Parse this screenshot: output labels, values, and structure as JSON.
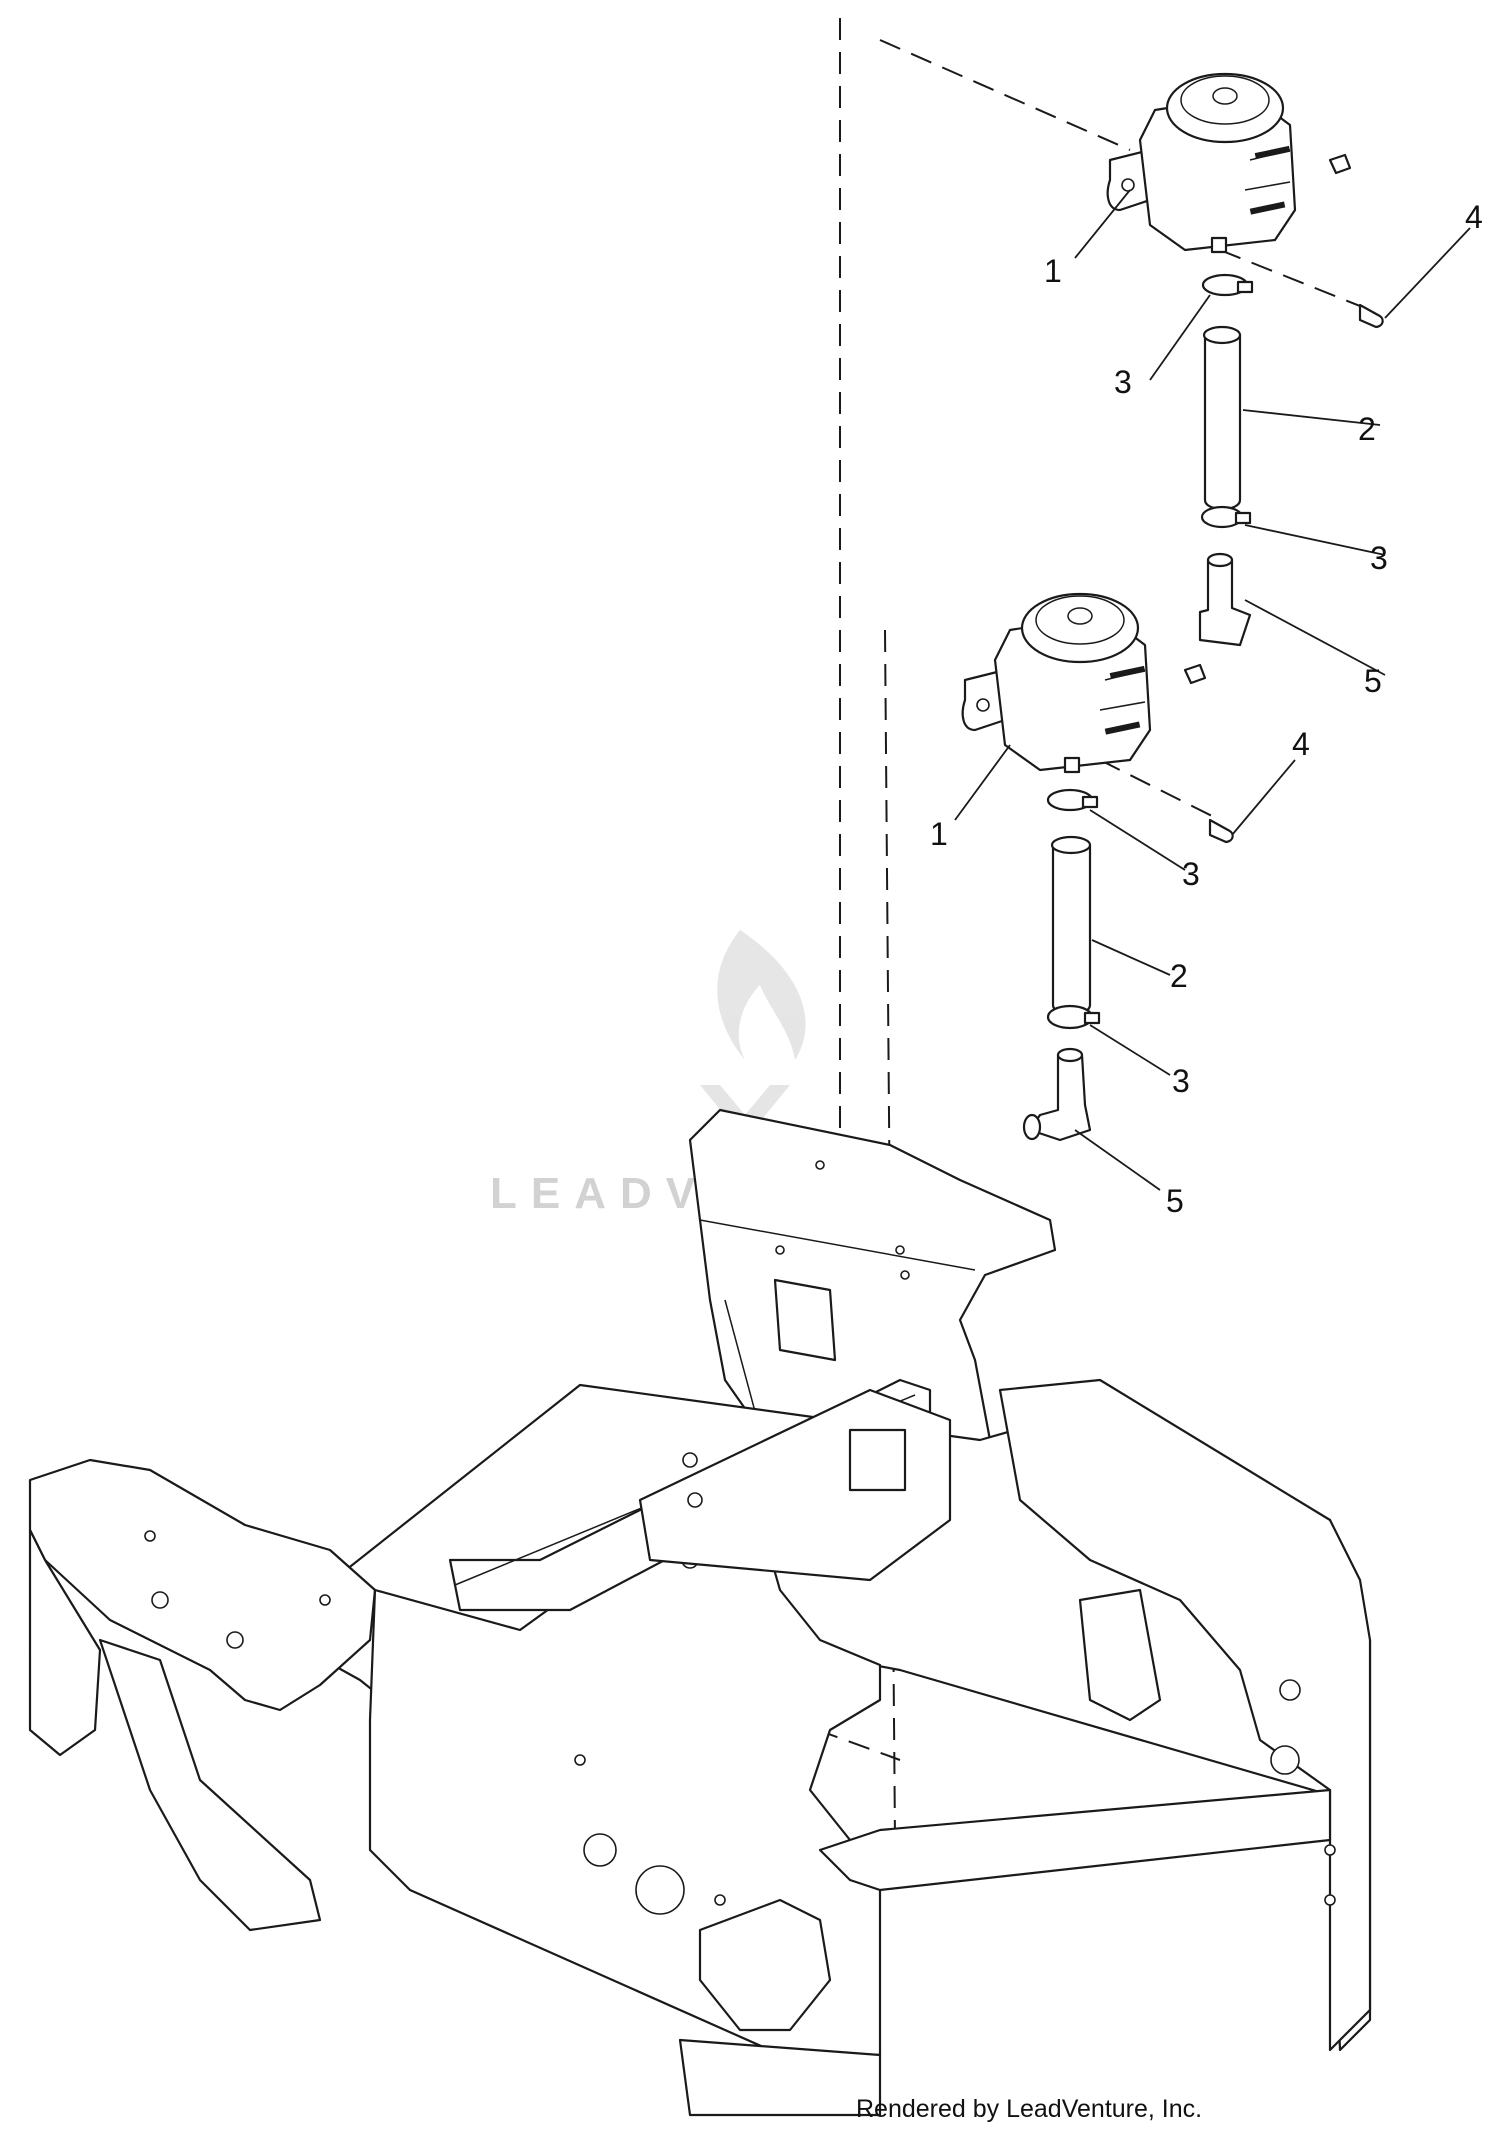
{
  "diagram": {
    "callouts": [
      {
        "id": "c1-top",
        "label": "1"
      },
      {
        "id": "c2-top",
        "label": "2"
      },
      {
        "id": "c3-top-a",
        "label": "3"
      },
      {
        "id": "c3-top-b",
        "label": "3"
      },
      {
        "id": "c4-top",
        "label": "4"
      },
      {
        "id": "c5-top",
        "label": "5"
      },
      {
        "id": "c1-bot",
        "label": "1"
      },
      {
        "id": "c2-bot",
        "label": "2"
      },
      {
        "id": "c3-bot-a",
        "label": "3"
      },
      {
        "id": "c3-bot-b",
        "label": "3"
      },
      {
        "id": "c4-bot",
        "label": "4"
      },
      {
        "id": "c5-bot",
        "label": "5"
      }
    ],
    "watermark": "LEADVENTURE",
    "footer": "Rendered by LeadVenture, Inc."
  }
}
